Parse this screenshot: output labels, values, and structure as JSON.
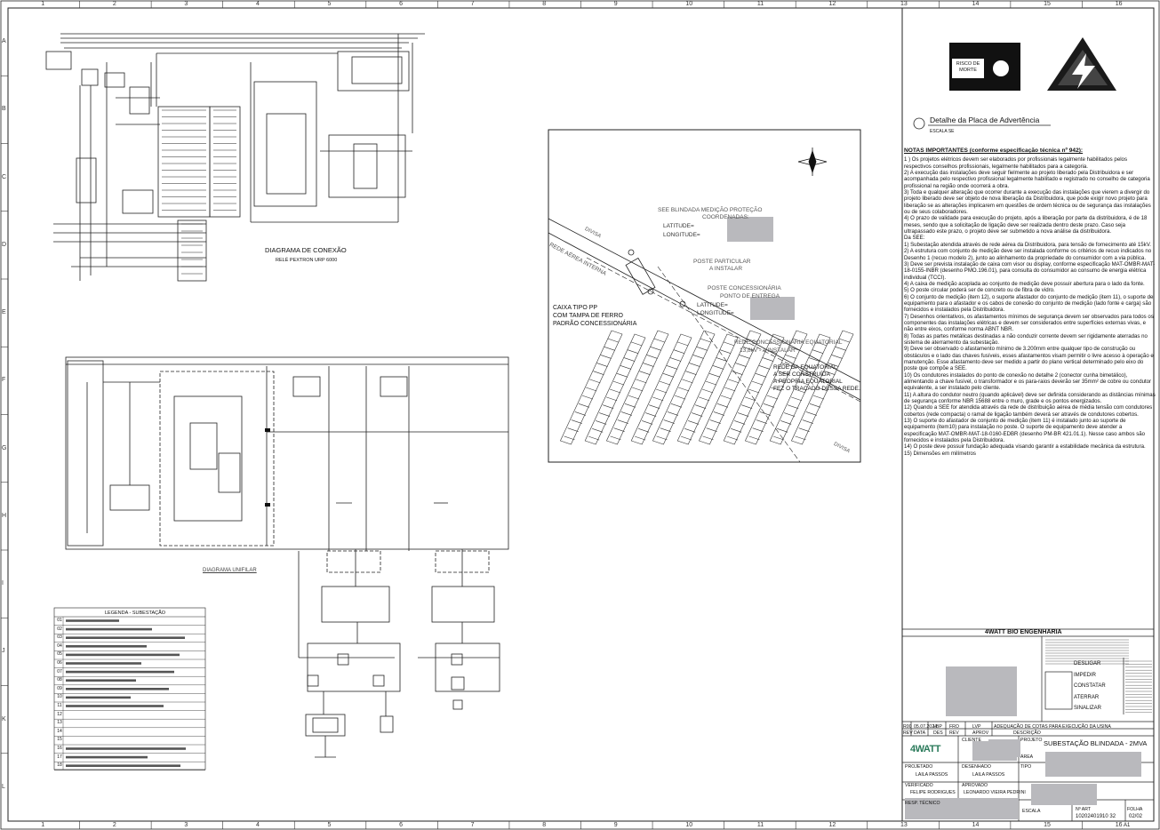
{
  "frame": {
    "columns": [
      "1",
      "2",
      "3",
      "4",
      "5",
      "6",
      "7",
      "8",
      "9",
      "10",
      "11",
      "12",
      "13",
      "14",
      "15",
      "16"
    ],
    "rows": [
      "A",
      "B",
      "C",
      "D",
      "E",
      "F",
      "G",
      "H",
      "I",
      "J",
      "K",
      "L"
    ]
  },
  "warning_plate": {
    "sign_text": "RISCO DE MORTE",
    "title": "Detalhe da Placa de Advertência",
    "scale": "ESCALA SE"
  },
  "connection_diagram": {
    "title": "DIAGRAMA DE CONEXÃO",
    "subtitle": "RELÉ PEXTRON URP 6000"
  },
  "site_plan": {
    "labels": {
      "box": "CAIXA TIPO PP\nCOM TAMPA DE FERRO\nPADRÃO CONCESSIONÁRIA",
      "equatorial": "REDE DA EQUATORIAL\nA SER CONSTRUÍDA\nA PROPRIA EQUATORIAL\nFEZ O TRAÇADO DESSA REDE.",
      "see": "SEE BLINDADA MEDIÇÃO PROTEÇÃO",
      "coord": "COORDENADAS:",
      "latitude": "LATITUDE=",
      "longitude": "LONGITUDE=",
      "pole_particular": "POSTE PARTICULAR",
      "pole_install": "A INSTALAR",
      "pole_conc": "POSTE CONCESSIONÁRIA",
      "pole_conc2": "PONTO DE ENTREGA",
      "rede_conc": "REDE CONCESSIONÁRIA EQUATORIAL",
      "rede_conc2": "13,8kV - A INSTALAR",
      "rede_aerea": "REDE AÉREA INTERNA",
      "divisa": "DIVISA",
      "divisa2": "DIVISA"
    }
  },
  "notes": {
    "title": "NOTAS IMPORTANTES (conforme especificação técnica nº 942):",
    "items": [
      "1 ) Os projetos elétricos devem ser elaborados por profissionais legalmente habilitados pelos respectivos conselhos profissionais, legalmente habilitados para a categoria.",
      "2) A execução das instalações deve seguir fielmente ao projeto liberado pela Distribuidora e ser acompanhada pelo respectivo profissional legalmente habilitado e registrado no conselho de categoria profissional na região onde ocorrerá a obra.",
      "3) Toda e qualquer alteração que ocorrer durante a execução das instalações que vierem a divergir do projeto liberado deve ser objeto de nova liberação da Distribuidora, que pode exigir novo projeto para liberação se as alterações implicarem em questões de ordem técnica ou de segurança das instalações ou de seus colaboradores.",
      "4) O prazo de validade para execução do projeto, após a liberação por parte da distribuidora, é de 18 meses, sendo que a solicitação de ligação deve ser realizada dentro deste prazo. Caso seja ultrapassado este prazo, o projeto deve ser submetido a nova análise da distribuidora.",
      "Da SEE:",
      "1)      Subestação atendida através de rede aérea da Distribuidora, para tensão de fornecimento até 15kV.",
      "2)      A estrutura com conjunto de medição deve ser instalada conforme os critérios de recuo indicados no Desenho 1 (recuo modelo 2), junto ao alinhamento da propriedade do consumidor com a via pública.",
      "3)      Deve ser prevista instalação de caixa com visor ou display, conforme especificação MAT-OMBR-MAT-18-0155-INBR (desenho PMO.196.01), para consulta do consumidor ao consumo de energia elétrica individual (TCCI).",
      "4)      A caixa de medição acoplada ao conjunto de medição deve possuir abertura para o lado da fonte.",
      "5)      O poste circular poderá ser de concreto ou de fibra de vidro.",
      "6)      O conjunto de medição (item 12), o suporte afastador do conjunto de medição (item 11), o suporte de equipamento para o afastador e os cabos de conexão do conjunto de medição (lado fonte e carga) são fornecidos e instalados pela Distribuidora.",
      "7)      Desenhos orientativos, os afastamentos mínimos de segurança devem ser observados para todos os componentes das instalações elétricas e devem ser considerados entre superfícies externas vivas, e não entre eixos, conforme norma ABNT NBR.",
      "8)      Todas as partes metálicas destinadas a não conduzir corrente devem ser rigidamente aterradas no sistema de aterramento da subestação.",
      "9)      Deve ser observado o afastamento mínimo de 3.200mm entre qualquer tipo de construção ou obstáculos e o lado das chaves fusíveis, esses afastamentos visam permitir o livre acesso à operação e manutenção. Esse afastamento deve ser medido a partir do plano vertical determinado pelo eixo do poste que compõe a SEE.",
      "10)     Os condutores instalados do ponto de conexão no detalhe 2 (conector cunha bimetálico), alimentando a chave fusível, o transformador e os para-raios deverão ser 35mm² de cobre ou condutor equivalente, a ser instalado pelo cliente.",
      "11)     A altura do condutor neutro (quando aplicável) deve ser definida considerando as distâncias mínimas de segurança conforme NBR 15688 entre o muro, grade e os pontos energizados.",
      "12)     Quando a SEE for atendida através da rede de distribuição aérea de média tensão com condutores cobertos (rede compacta) o ramal de ligação também deverá ser através de condutores cobertos.",
      "13)     O suporte do afastador de conjunto de medição (item 11) é instalado junto ao suporte de equipamento (item10) para instalação no poste. O suporte de equipamento deve atender a especificação MAT-OMBR-MAT-18-0160-EDBR (desenho PM-BR 421.01.1). Nesse caso ambos são fornecidos e instalados pela Distribuidora.",
      "14)     O poste deve possuir fundação adequada visando garantir a estabilidade mecânica da estrutura.",
      "15)     Dimensões em milímetros"
    ]
  },
  "legend": {
    "title": "LEGENDA - SUBESTAÇÃO",
    "numbers": [
      "01",
      "02",
      "03",
      "04",
      "05",
      "06",
      "07",
      "08",
      "09",
      "10",
      "11",
      "12",
      "13",
      "14",
      "15",
      "16",
      "17",
      "18"
    ]
  },
  "title_block": {
    "company": "4WATT BIO ENGENHARIA",
    "logo": "4WATT",
    "dimac": [
      "DESLIGAR",
      "IMPEDIR",
      "CONSTATAR",
      "ATERRAR",
      "SINALIZAR"
    ],
    "revision": {
      "rev": "R00",
      "date": "05.07.2024",
      "by": "LBP",
      "checked": "FRO",
      "approved": "LVP",
      "description": "ADEQUAÇÃO DE COTAS PARA EXECUÇÃO DA USINA"
    },
    "revision_headers": [
      "REV",
      "DATA",
      "DES",
      "REV",
      "APROV",
      "DESCRIÇÃO"
    ],
    "client_label": "CLIENTE",
    "project_label": "PROJETO",
    "project_value": "SUBESTAÇÃO BLINDADA - 2MVA",
    "area_label": "ÁREA",
    "tipo_label": "TIPO",
    "projetado_label": "PROJETADO",
    "projetado_value": "LAILA PASSOS",
    "desenhado_label": "DESENHADO",
    "desenhado_value": "LAILA PASSOS",
    "verificado_label": "VERIFICADO",
    "verificado_value": "FELIPE RODRIGUES",
    "aprovado_label": "APROVADO",
    "aprovado_value": "LEONARDO VIEIRA PEDRINI",
    "resp_label": "RESP. TÉCNICO",
    "scale_label": "ESCALA",
    "doc_label": "Nº ART",
    "doc_value": "10202401910 32",
    "sheet_label": "FOLHA",
    "sheet_value": "02/02",
    "format": "A1"
  },
  "diagram_bottom_label": "DIAGRAMA UNIFILAR"
}
